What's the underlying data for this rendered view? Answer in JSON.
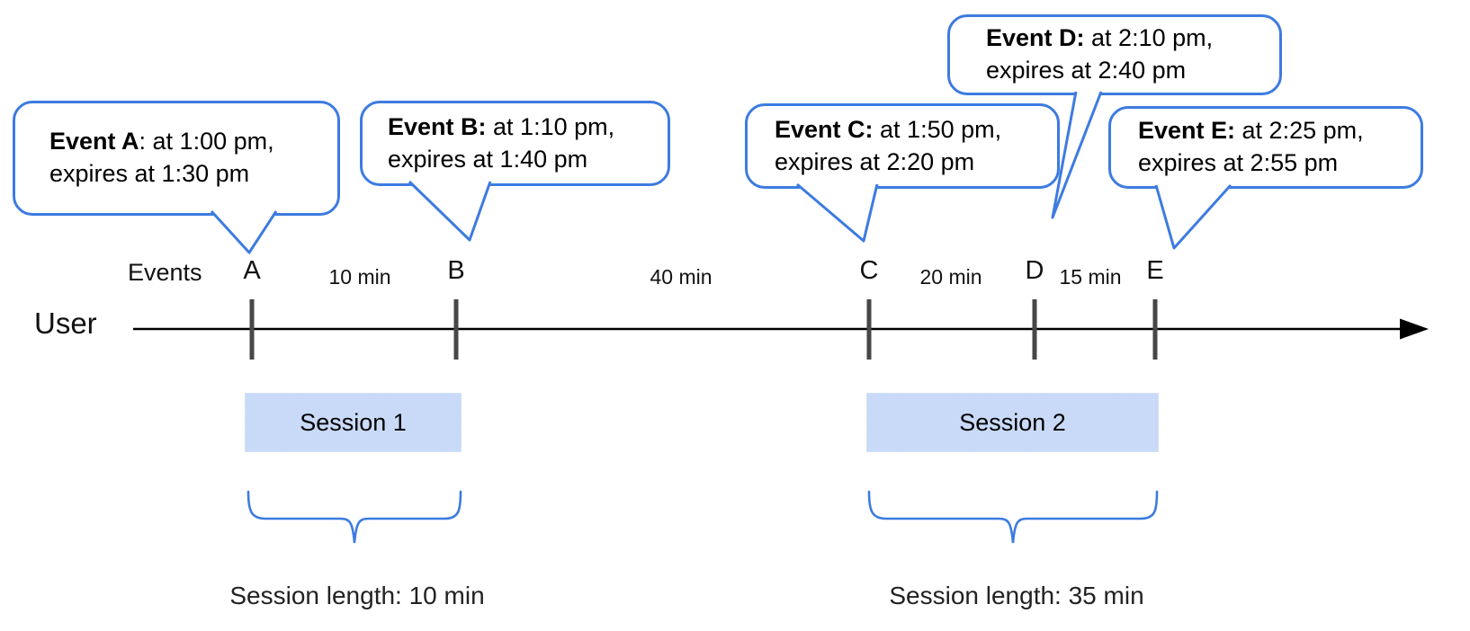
{
  "bubbles": [
    {
      "bold": "Event A",
      "rest": ": at 1:00 pm,",
      "line2": "expires at 1:30 pm"
    },
    {
      "bold": "Event B:",
      "rest": " at 1:10 pm,",
      "line2": "expires at 1:40 pm"
    },
    {
      "bold": "Event C:",
      "rest": " at 1:50 pm,",
      "line2": "expires at 2:20 pm"
    },
    {
      "bold": "Event D:",
      "rest": " at 2:10 pm,",
      "line2": "expires at 2:40 pm"
    },
    {
      "bold": "Event E:",
      "rest": " at 2:25 pm,",
      "line2": "expires at 2:55 pm"
    }
  ],
  "timeline": {
    "events_label": "Events",
    "user_label": "User",
    "marks": [
      {
        "label": "A"
      },
      {
        "label": "B"
      },
      {
        "label": "C"
      },
      {
        "label": "D"
      },
      {
        "label": "E"
      }
    ],
    "intervals": [
      {
        "label": "10 min"
      },
      {
        "label": "40 min"
      },
      {
        "label": "20 min"
      },
      {
        "label": "15 min"
      }
    ]
  },
  "sessions": [
    {
      "label": "Session 1",
      "length_label": "Session length: 10 min"
    },
    {
      "label": "Session 2",
      "length_label": "Session length: 35 min"
    }
  ],
  "colors": {
    "accent_blue": "#3d7be0",
    "session_fill": "#c9daf8",
    "tick_gray": "#474747",
    "line_black": "#000000"
  }
}
